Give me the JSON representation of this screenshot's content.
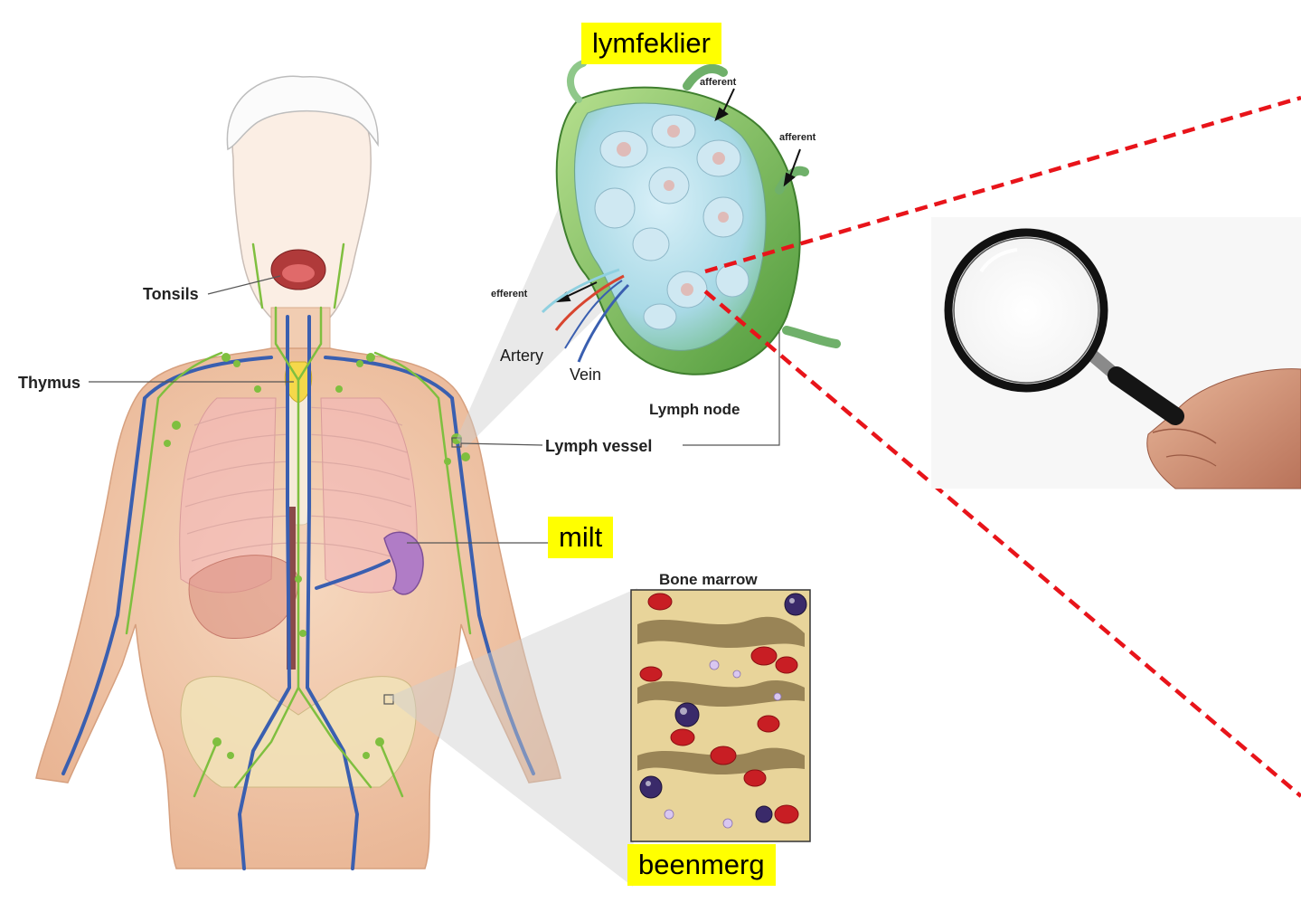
{
  "labels": {
    "lymfeklier": "lymfeklier",
    "milt": "milt",
    "beenmerg": "beenmerg"
  },
  "body_callouts": {
    "tonsils": "Tonsils",
    "thymus": "Thymus",
    "lymph_vessel": "Lymph vessel"
  },
  "node_callouts": {
    "afferent_top": "afferent",
    "afferent_right": "afferent",
    "efferent": "efferent",
    "artery": "Artery",
    "vein": "Vein",
    "lymph_node": "Lymph node"
  },
  "marrow": {
    "title": "Bone marrow"
  },
  "colors": {
    "highlight": "#ffff00",
    "zoom_line": "#e8141a",
    "lymph_green": "#7fbf3f",
    "vessel_blue": "#3a5fb0",
    "skin": "#f2c9a8",
    "spleen": "#b07cc6"
  },
  "icons": [
    "magnifying-glass-icon",
    "hand-icon"
  ]
}
